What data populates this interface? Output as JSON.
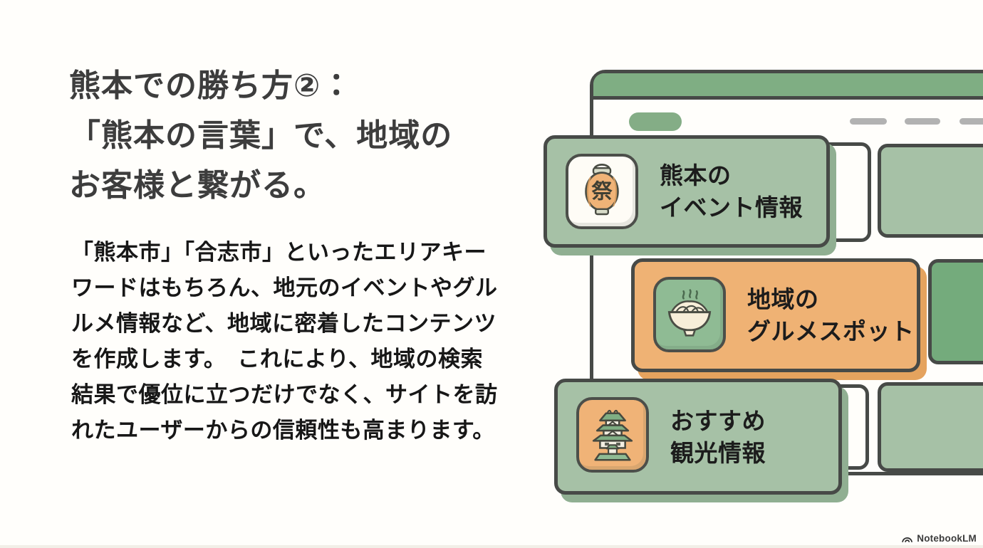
{
  "slide": {
    "title_lines": [
      "熊本での勝ち方②：",
      "「熊本の言葉」で、地域の",
      "お客様と繋がる。"
    ],
    "body_lines": [
      "「熊本市」「合志市」といったエリアキー",
      "ワードはもちろん、地元のイベントやグル",
      "ルメ情報など、地域に密着したコンテンツ",
      "を作成します。　これにより、地域の検索",
      "結果で優位に立つだけでなく、サイトを訪",
      "れたユーザーからの信頼性も高まります。"
    ]
  },
  "browser": {
    "cards": [
      {
        "icon": "festival-lantern-icon",
        "lantern_glyph": "祭",
        "label_line1": "熊本の",
        "label_line2": "イベント情報"
      },
      {
        "icon": "ramen-bowl-icon",
        "label_line1": "地域の",
        "label_line2": "グルメスポット"
      },
      {
        "icon": "castle-icon",
        "label_line1": "おすすめ",
        "label_line2": "観光情報"
      }
    ]
  },
  "watermark": {
    "brand": "NotebookLM"
  },
  "colors": {
    "outline": "#474a47",
    "header_green": "#7fae83",
    "card_green": "#a6c1a6",
    "card_orange": "#efb274",
    "panel_dark_green": "#74ab7c",
    "tile_green": "#8fbb94",
    "tile_orange": "#f0b377"
  }
}
